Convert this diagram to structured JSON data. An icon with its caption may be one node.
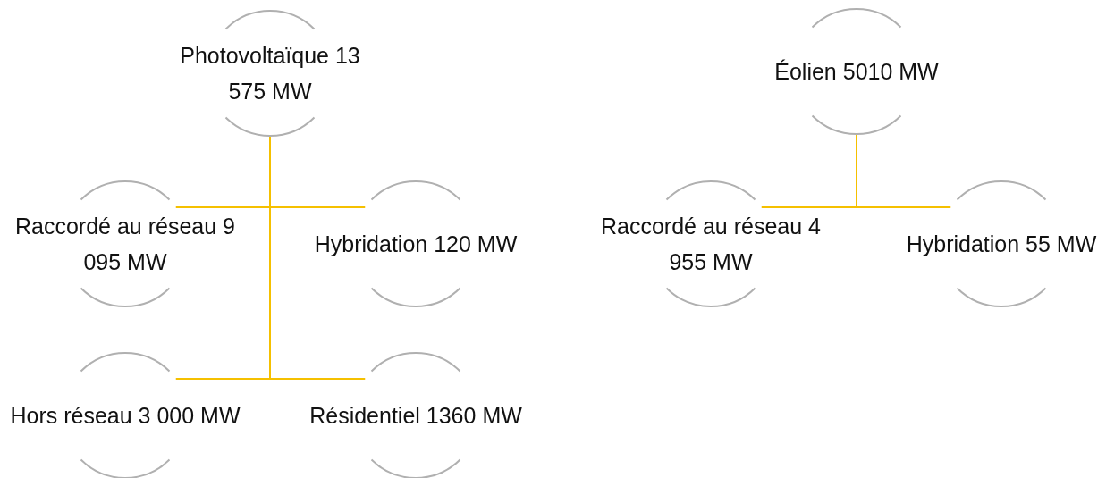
{
  "diagram": {
    "nodes": [
      {
        "text": [
          "Photovoltaïque 13 575 MW"
        ]
      },
      {
        "text": [
          "Raccordé au réseau 9 095 MW"
        ]
      },
      {
        "text": [
          "Hybridation 120 MW"
        ]
      },
      {
        "text": [
          "Hors réseau 3 000 MW"
        ]
      },
      {
        "text": [
          "Résidentiel 1360 MW"
        ]
      },
      {
        "text": [
          "Éolien 5010 MW"
        ]
      },
      {
        "text": [
          "Raccordé au réseau 4 955 MW"
        ]
      },
      {
        "text": [
          "Hybridation 55 MW"
        ]
      }
    ],
    "edges": [
      {
        "from": 0,
        "to": 1,
        "arrow": "none"
      },
      {
        "from": 0,
        "to": 2,
        "arrow": "none"
      },
      {
        "from": 0,
        "to": 3,
        "arrow": "none"
      },
      {
        "from": 0,
        "to": 4,
        "arrow": "none"
      },
      {
        "from": 5,
        "to": 6,
        "arrow": "none"
      },
      {
        "from": 5,
        "to": 7,
        "arrow": "none"
      }
    ]
  }
}
